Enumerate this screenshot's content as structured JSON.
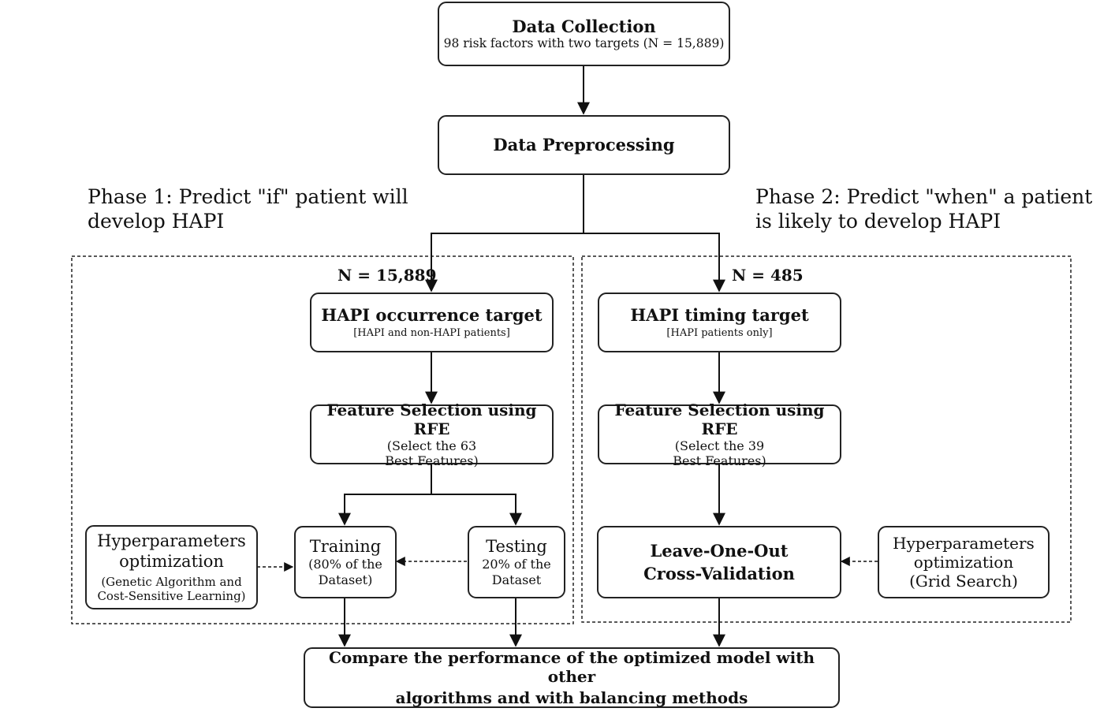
{
  "nodes": {
    "data_collection": {
      "title": "Data Collection",
      "subtitle": "98 risk factors with two targets (N = 15,889)"
    },
    "data_preprocessing": {
      "title": "Data Preprocessing"
    },
    "phase1_label": {
      "line1": "Phase 1: Predict \"if\" patient will",
      "line2": "develop HAPI"
    },
    "phase2_label": {
      "line1": "Phase 2: Predict \"when\" a patient",
      "line2": "is likely to develop HAPI"
    },
    "n_phase1": "N = 15,889",
    "n_phase2": "N = 485",
    "occurrence_target": {
      "title": "HAPI occurrence target",
      "subtitle": "[HAPI and non-HAPI patients]"
    },
    "timing_target": {
      "title": "HAPI timing target",
      "subtitle": "[HAPI patients only]"
    },
    "feature_selection_1": {
      "title": "Feature Selection using RFE",
      "line1": "(Select the 63",
      "line2": "Best Features)"
    },
    "feature_selection_2": {
      "title": "Feature Selection using RFE",
      "line1": "(Select the 39",
      "line2": "Best Features)"
    },
    "hyperparams_1": {
      "title1": "Hyperparameters",
      "title2": "optimization",
      "line1": "(Genetic Algorithm and",
      "line2": "Cost-Sensitive Learning)"
    },
    "training": {
      "title": "Training",
      "line1": "(80% of the",
      "line2": "Dataset)"
    },
    "testing": {
      "title": "Testing",
      "line1": "20% of the",
      "line2": "Dataset"
    },
    "loocv": {
      "line1": "Leave-One-Out",
      "line2": "Cross-Validation"
    },
    "hyperparams_2": {
      "line1": "Hyperparameters",
      "line2": "optimization",
      "line3": "(Grid Search)"
    },
    "compare": {
      "line1": "Compare the performance of the optimized model with other",
      "line2": "algorithms and with balancing methods"
    }
  }
}
